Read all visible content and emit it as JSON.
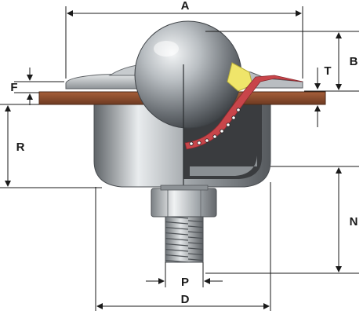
{
  "diagram": {
    "labels": {
      "A": "A",
      "B": "B",
      "T": "T",
      "F": "F",
      "R": "R",
      "N": "N",
      "P": "P",
      "D": "D"
    },
    "colors": {
      "mounting_plate": "#8b4a2b",
      "housing_steel": "#a9aeb3",
      "ball": "#9da2a7",
      "seal_yellow": "#efe56a",
      "liner_red": "#c8454a",
      "dimension_line": "#1a1a1a"
    }
  }
}
